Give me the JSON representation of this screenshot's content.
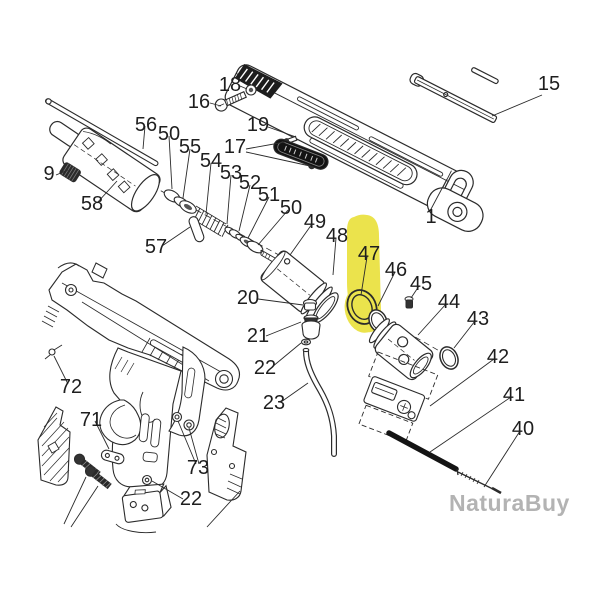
{
  "diagram": {
    "type": "exploded-parts-diagram",
    "subject": "air pistol exploded parts view",
    "highlighted_part": "47",
    "highlight_color": "#ebe34c",
    "line_color": "#2b2b2b",
    "background_color": "#ffffff",
    "watermark": {
      "text": "NaturaBuy",
      "color": "#b3b3b3"
    },
    "labels": [
      {
        "text": "15"
      },
      {
        "text": "18"
      },
      {
        "text": "16"
      },
      {
        "text": "19"
      },
      {
        "text": "17"
      },
      {
        "text": "1"
      },
      {
        "text": "56"
      },
      {
        "text": "50"
      },
      {
        "text": "55"
      },
      {
        "text": "54"
      },
      {
        "text": "53"
      },
      {
        "text": "52"
      },
      {
        "text": "51"
      },
      {
        "text": "50"
      },
      {
        "text": "49"
      },
      {
        "text": "48"
      },
      {
        "text": "47"
      },
      {
        "text": "46"
      },
      {
        "text": "45"
      },
      {
        "text": "44"
      },
      {
        "text": "43"
      },
      {
        "text": "42"
      },
      {
        "text": "41"
      },
      {
        "text": "40"
      },
      {
        "text": "9"
      },
      {
        "text": "58"
      },
      {
        "text": "57"
      },
      {
        "text": "20"
      },
      {
        "text": "21"
      },
      {
        "text": "22"
      },
      {
        "text": "23"
      },
      {
        "text": "72"
      },
      {
        "text": "71"
      },
      {
        "text": "73"
      },
      {
        "text": "22"
      }
    ]
  }
}
